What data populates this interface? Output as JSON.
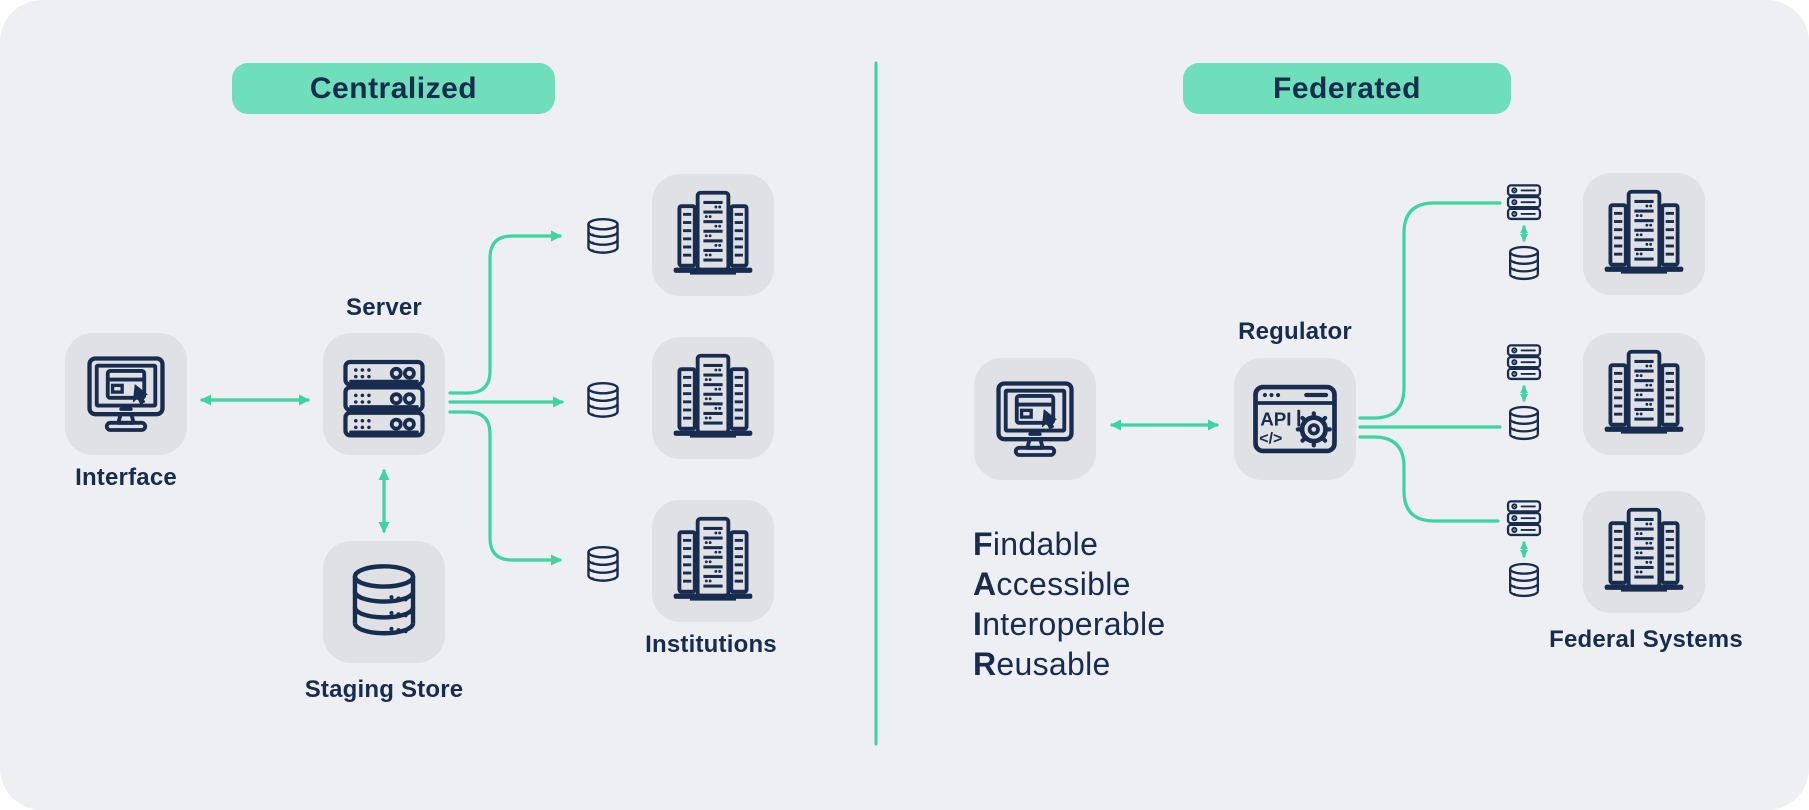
{
  "colors": {
    "green": "#3dd4a2",
    "badge": "#6fdeba",
    "navy": "#182c50",
    "card": "#edeff3",
    "tile": "#e0e1e4",
    "page": "#ffffff"
  },
  "centralized": {
    "title": "Centralized",
    "interface_label": "Interface",
    "server_label": "Server",
    "staging_label": "Staging Store",
    "institutions_label": "Institutions"
  },
  "federated": {
    "title": "Federated",
    "regulator_label": "Regulator",
    "federal_label": "Federal Systems",
    "api_text": "API",
    "api_code": "</>",
    "fair": [
      {
        "initial": "F",
        "rest": "indable"
      },
      {
        "initial": "A",
        "rest": "ccessible"
      },
      {
        "initial": "I",
        "rest": "nteroperable"
      },
      {
        "initial": "R",
        "rest": "eusable"
      }
    ]
  }
}
